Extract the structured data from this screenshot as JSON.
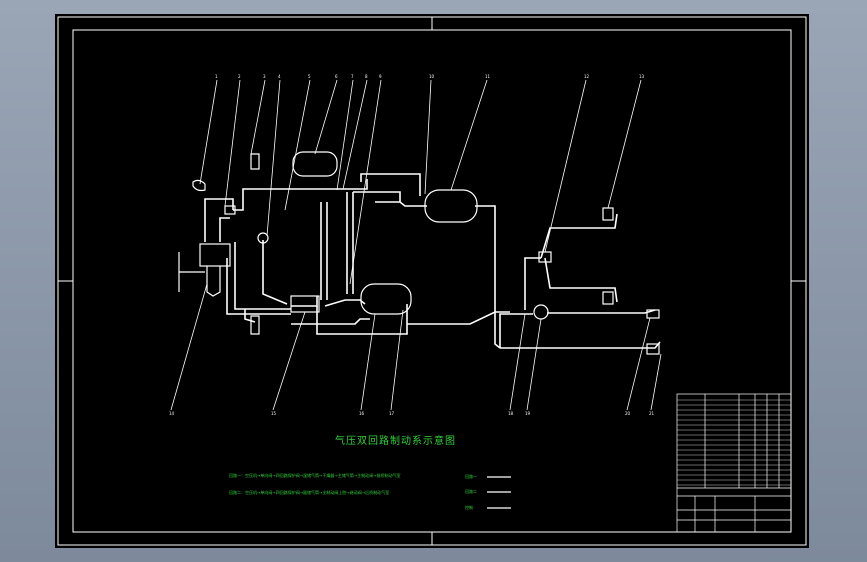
{
  "diagram": {
    "title": "气压双回路制动系示意图",
    "legend": [
      {
        "text": "回路一：空压机→单向阀→四回路保护阀→湿储气筒→干燥器→主储气筒→主制动阀→前桥制动气室"
      },
      {
        "text": "回路二：空压机→单向阀→四回路保护阀→副储气筒→主制动阀上腔→继动阀→后桥制动气室"
      }
    ],
    "legend_keys": [
      "回路一",
      "回路二",
      "控制"
    ],
    "colors": {
      "background": "#000000",
      "frame": "#ffffff",
      "lines": "#ffffff",
      "text": "#2fd23a",
      "desktop": "#8693a5"
    },
    "callouts_top": [
      "1",
      "2",
      "3",
      "4",
      "5",
      "6",
      "7",
      "8",
      "9",
      "10",
      "11",
      "12",
      "13"
    ],
    "callouts_bottom": [
      "14",
      "15",
      "16",
      "17",
      "18",
      "19",
      "20",
      "21"
    ]
  }
}
